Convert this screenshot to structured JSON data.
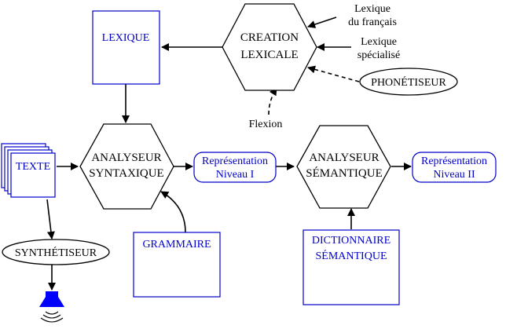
{
  "diagram": {
    "lexique": "LEXIQUE",
    "creation": [
      "CREATION",
      "LEXICALE"
    ],
    "lexique_francais": [
      "Lexique",
      "du français"
    ],
    "lexique_specialise": [
      "Lexique",
      "spécialisé"
    ],
    "phonetiseur": "PHONÉTISEUR",
    "flexion": "Flexion",
    "texte": "TEXTE",
    "analyseur_syntaxique": [
      "ANALYSEUR",
      "SYNTAXIQUE"
    ],
    "representation_1": [
      "Représentation",
      "Niveau I"
    ],
    "analyseur_semantique": [
      "ANALYSEUR",
      "SÉMANTIQUE"
    ],
    "representation_2": [
      "Représentation",
      "Niveau II"
    ],
    "grammaire": "GRAMMAIRE",
    "dictionnaire": [
      "DICTIONNAIRE",
      "SÉMANTIQUE"
    ],
    "synthetiseur": "SYNTHÉTISEUR"
  },
  "colors": {
    "label_blue": "#0000cc",
    "speaker_blue": "#0000ff",
    "line": "#000000"
  },
  "icons": [
    "document-stack-icon",
    "speaker-icon"
  ]
}
